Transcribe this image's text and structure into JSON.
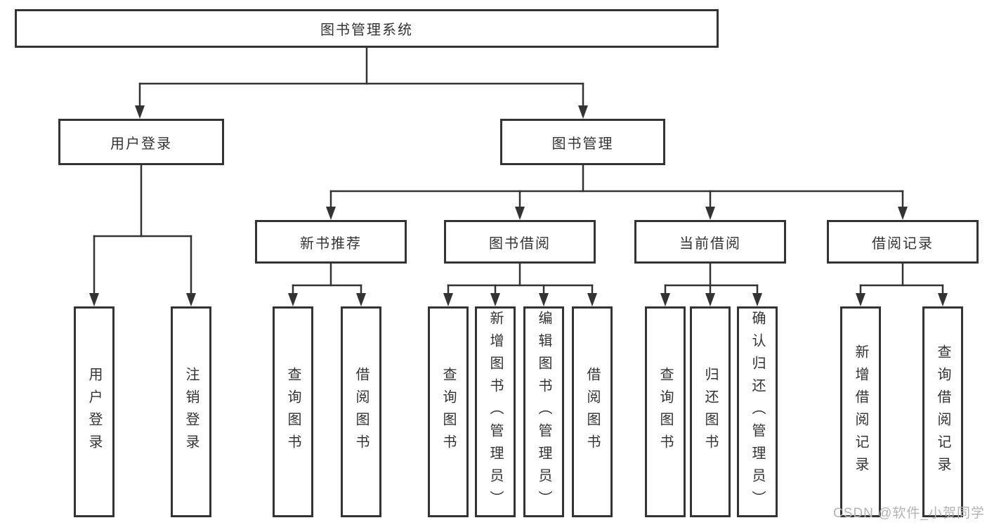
{
  "colors": {
    "line": "#333333",
    "node_border": "#333333",
    "text": "#333333",
    "background": "#ffffff",
    "watermark_text": "#b3b3b3"
  },
  "tree": {
    "label": "图书管理系统",
    "children": [
      {
        "label": "用户登录",
        "children": [
          {
            "label": "用户登录"
          },
          {
            "label": "注销登录"
          }
        ]
      },
      {
        "label": "图书管理",
        "children": [
          {
            "label": "新书推荐",
            "children": [
              {
                "label": "查询图书"
              },
              {
                "label": "借阅图书"
              }
            ]
          },
          {
            "label": "图书借阅",
            "children": [
              {
                "label": "查询图书"
              },
              {
                "label": "新增图书（管理员）"
              },
              {
                "label": "编辑图书（管理员）"
              },
              {
                "label": "借阅图书"
              }
            ]
          },
          {
            "label": "当前借阅",
            "children": [
              {
                "label": "查询图书"
              },
              {
                "label": "归还图书"
              },
              {
                "label": "确认归还（管理员）"
              }
            ]
          },
          {
            "label": "借阅记录",
            "children": [
              {
                "label": "新增借阅记录"
              },
              {
                "label": "查询借阅记录"
              }
            ]
          }
        ]
      }
    ]
  },
  "watermark": {
    "text": "CSDN @软件_小贺同学"
  }
}
